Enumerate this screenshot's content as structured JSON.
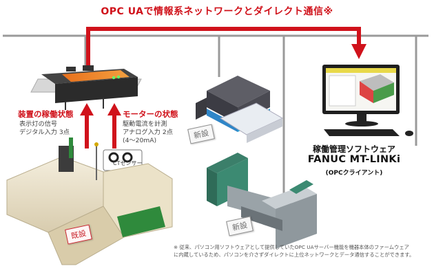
{
  "title": "OPC UAで情報系ネットワークとダイレクト通信※",
  "equipment_status": {
    "title": "装置の稼働状態",
    "lines": [
      "表示灯の信号",
      "デジタル入力 3点"
    ]
  },
  "motor_status": {
    "title": "モーターの状態",
    "lines": [
      "駆動電流を計測",
      "アナログ入力 2点",
      "(4〜20mA)"
    ]
  },
  "ct_sensor_label": "CTセンサー",
  "stamps": {
    "existing": "既設",
    "new_upper": "新設",
    "new_lower": "新設"
  },
  "client": {
    "title": "稼働管理ソフトウェア",
    "name": "FANUC MT-LINKi",
    "sub": "(OPCクライアント)"
  },
  "footnote": [
    "※ 従来、パソコン用ソフトウェアとして提供していたOPC UAサーバー機能を機器本体のファームウェア",
    "に内蔵しているため、パソコンを介さずダイレクトに上位ネットワークとデータ通信することができます。"
  ],
  "colors": {
    "accent_red": "#d0121b",
    "network_gray": "#9a9a9a"
  }
}
